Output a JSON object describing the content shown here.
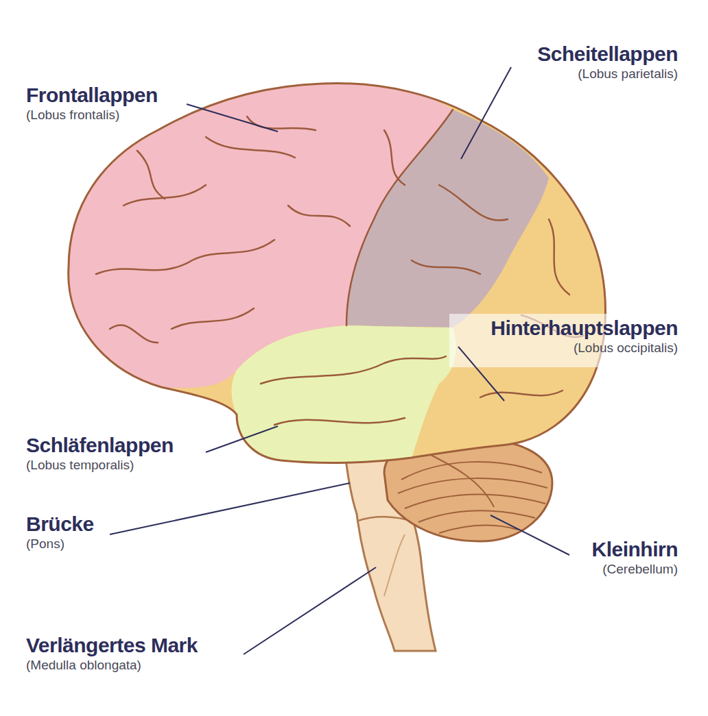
{
  "diagram": {
    "labels": [
      "Frontallappen",
      "(Lobus frontalis)",
      "Scheitellappen",
      "(Lobus parietalis)",
      "Hinterhauptslappen",
      "(Lobus occipitalis)",
      "Schläfenlappen",
      "(Lobus temporalis)",
      "Brücke",
      "(Pons)",
      "Kleinhirn",
      "(Cerebellum)",
      "Verlängertes Mark",
      "(Medulla oblongata)"
    ]
  }
}
